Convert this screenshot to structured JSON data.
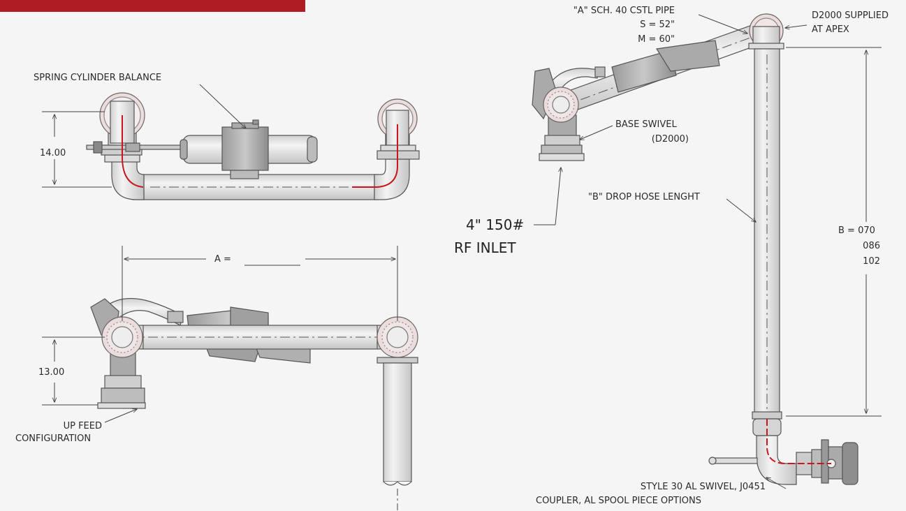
{
  "colors": {
    "banner": "#b01c24",
    "accent_line": "#c8161d",
    "pipe_fill": "#e6e6e6",
    "pipe_stroke": "#555555",
    "dim_line": "#444444"
  },
  "labels": {
    "spring_cylinder": "SPRING CYLINDER BALANCE",
    "dim_14": "14.00",
    "dim_a": "A = ",
    "dim_13": "13.00",
    "up_feed_1": "UP FEED",
    "up_feed_2": "CONFIGURATION",
    "pipe_a_1": "\"A\" SCH. 40 CSTL PIPE",
    "pipe_a_2": "S = 52\"",
    "pipe_a_3": "M = 60\"",
    "d2000_1": "D2000 SUPPLIED",
    "d2000_2": "AT APEX",
    "base_swivel_1": "BASE SWIVEL",
    "base_swivel_2": "(D2000)",
    "inlet_1": "4\" 150#",
    "inlet_2": "RF INLET",
    "drop_hose": "\"B\" DROP HOSE LENGHT",
    "dim_b_1": "B = 070",
    "dim_b_2": "086",
    "dim_b_3": "102",
    "style30_1": "STYLE 30 AL SWIVEL, J0451",
    "style30_2": "COUPLER, AL SPOOL PIECE OPTIONS"
  }
}
